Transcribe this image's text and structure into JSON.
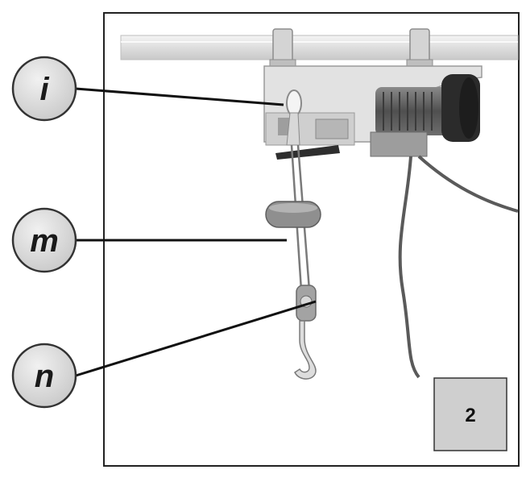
{
  "callouts": [
    {
      "id": "i",
      "letter": "i"
    },
    {
      "id": "m",
      "letter": "m"
    },
    {
      "id": "n",
      "letter": "n"
    }
  ],
  "figure_number": "2",
  "colors": {
    "frame": "#222222",
    "callout_fill": "#d9d9d9",
    "callout_stroke": "#333333",
    "figure_box_fill": "#cfcfcf",
    "hoist_body": "#e2e2e2",
    "motor": "#555555",
    "motor_end": "#2b2b2b",
    "rail": "#e6e6e6"
  }
}
